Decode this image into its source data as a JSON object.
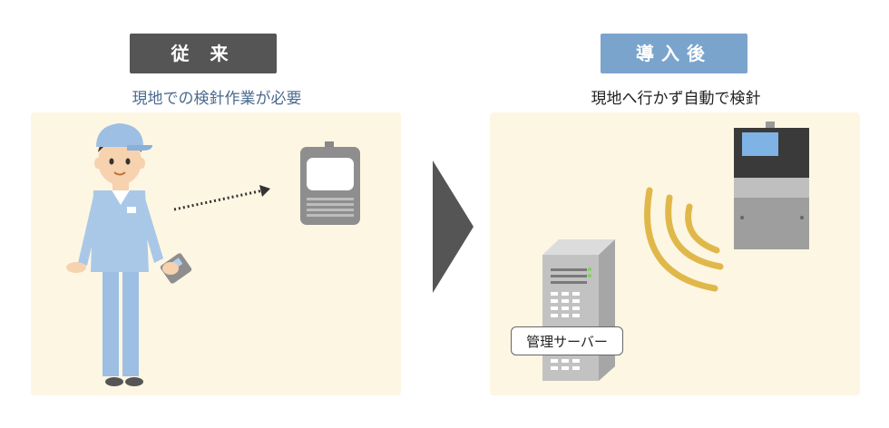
{
  "before": {
    "badge": "従 来",
    "subtitle": "現地での検針作業が必要"
  },
  "after": {
    "badge": "導入後",
    "subtitle": "現地へ行かず自動で検針",
    "server_label": "管理サーバー"
  },
  "colors": {
    "before_badge": "#555555",
    "after_badge": "#7ba4cc",
    "panel_bg": "#fdf6e3",
    "signal": "#e0b84a"
  }
}
